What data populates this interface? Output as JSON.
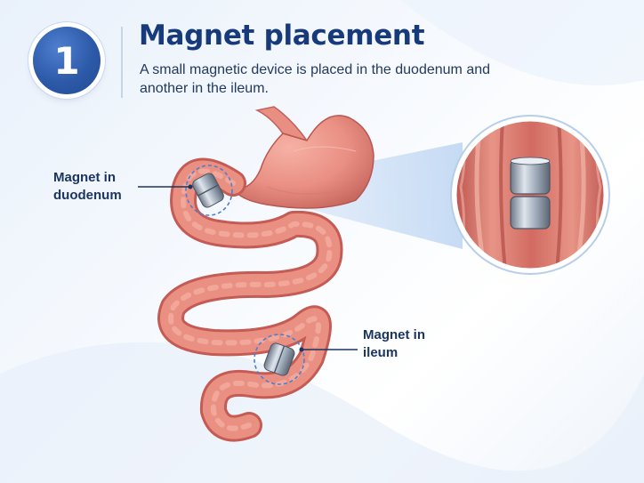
{
  "header": {
    "step_number": "1",
    "title": "Magnet placement",
    "subtitle": "A small magnetic device is placed in the duodenum and another in the ileum."
  },
  "callouts": {
    "duodenum": {
      "line1": "Magnet in",
      "line2": "duodenum"
    },
    "ileum": {
      "line1": "Magnet in",
      "line2": "ileum"
    }
  },
  "colors": {
    "accent": "#2d5aa8",
    "title": "#173a7a",
    "tissue": "#e8897e",
    "tissue_dark": "#c25d55",
    "magnet": "#9aa6b6"
  }
}
